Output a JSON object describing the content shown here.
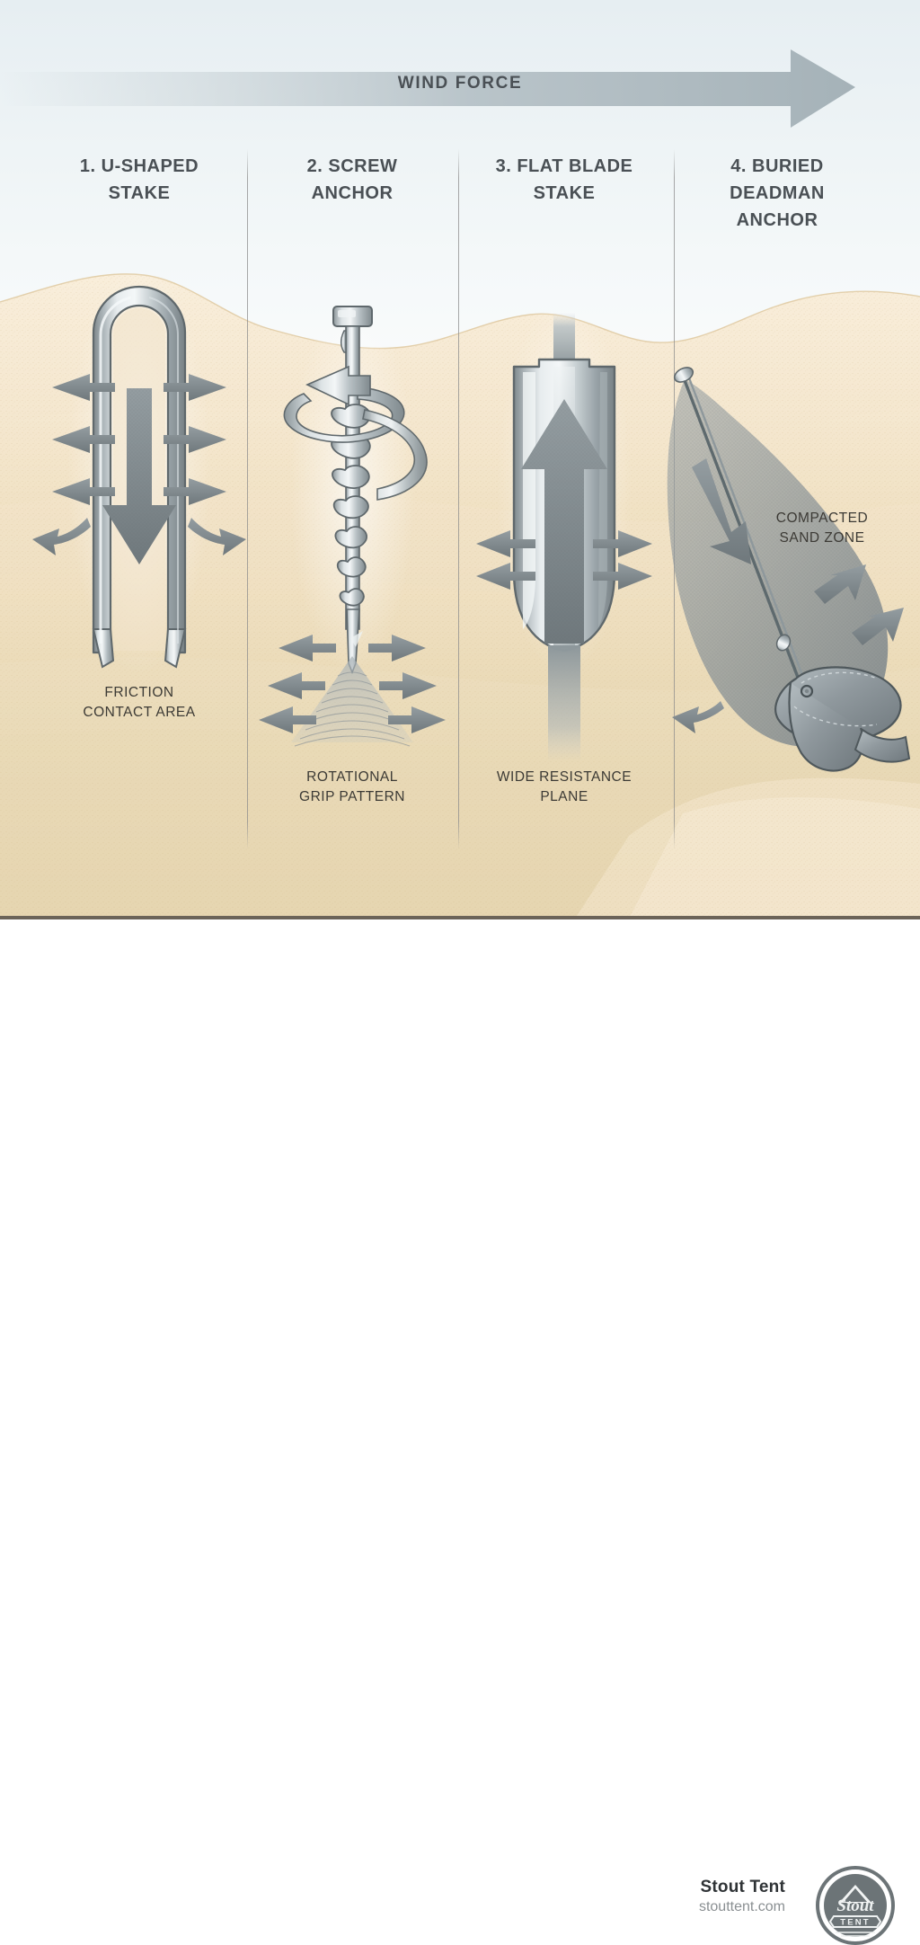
{
  "header": {
    "wind_label": "WIND FORCE",
    "arrow_icon": "wind-force-arrow-icon"
  },
  "colors": {
    "sky_top": "#e6eef2",
    "sand_light": "#faf0dd",
    "sand_mid": "#f0e0c4",
    "sand_dark": "#e4d2ac",
    "metal_light": "#e9edef",
    "metal_mid": "#b9c1c4",
    "metal_dark": "#6e777b",
    "arrow_gray": "#7d868a",
    "heading_text": "#4a5055",
    "caption_text": "#3c3a35",
    "border_bottom": "#6b6358"
  },
  "columns": [
    {
      "id": "u-shaped-stake",
      "heading_line1": "1. U-SHAPED",
      "heading_line2": "STAKE",
      "caption_line1": "FRICTION",
      "caption_line2": "CONTACT AREA",
      "illustration": "u-shaped-stake-illustration",
      "force_arrows": {
        "left_straight": 3,
        "right_straight": 3,
        "left_curved": 1,
        "right_curved": 1,
        "center_direction": "down"
      }
    },
    {
      "id": "screw-anchor",
      "heading_line1": "2. SCREW",
      "heading_line2": "ANCHOR",
      "caption_line1": "ROTATIONAL",
      "caption_line2": "GRIP PATTERN",
      "illustration": "screw-anchor-illustration",
      "force_arrows": {
        "left_straight": 3,
        "right_straight": 3,
        "rotation_ribbon": 1
      }
    },
    {
      "id": "flat-blade-stake",
      "heading_line1": "3. FLAT BLADE",
      "heading_line2": "STAKE",
      "caption_line1": "WIDE RESISTANCE",
      "caption_line2": "PLANE",
      "illustration": "flat-blade-stake-illustration",
      "force_arrows": {
        "left_straight": 2,
        "right_straight": 2,
        "center_direction": "up"
      }
    },
    {
      "id": "buried-deadman-anchor",
      "heading_line1": "4. BURIED",
      "heading_line2": "DEADMAN",
      "heading_line3": "ANCHOR",
      "zone_label_line1": "COMPACTED",
      "zone_label_line2": "SAND ZONE",
      "illustration": "buried-deadman-anchor-illustration",
      "force_arrows": {
        "up_right": 2,
        "down_left": 1,
        "load_down": 1
      }
    }
  ],
  "footer": {
    "brand_name": "Stout Tent",
    "brand_url": "stouttent.com",
    "logo_script": "Stout",
    "logo_banner": "TENT",
    "logo_icon": "stout-tent-badge-logo"
  }
}
